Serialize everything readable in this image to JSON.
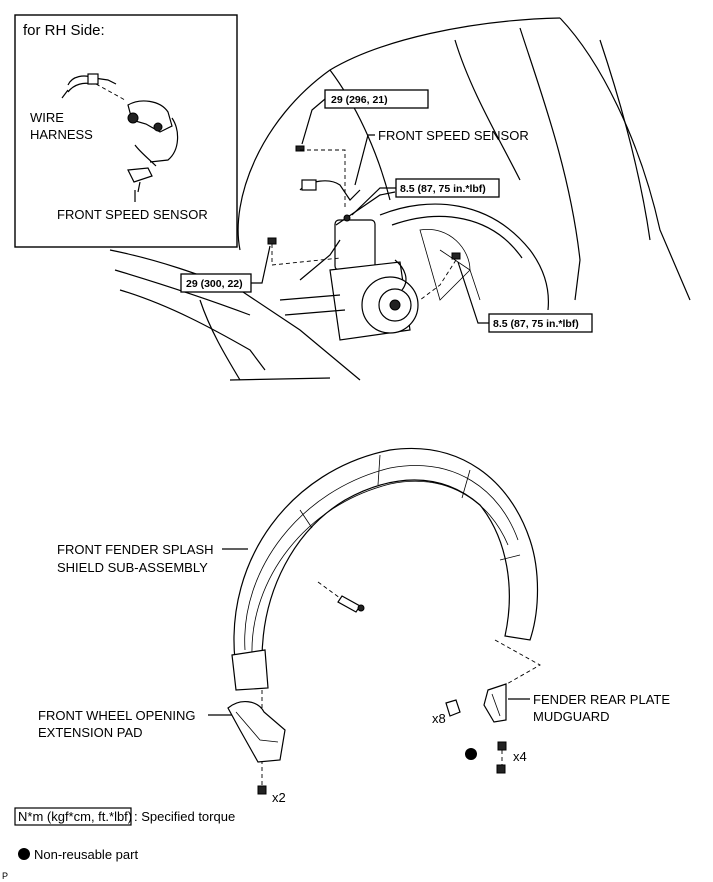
{
  "inset": {
    "title": "for RH Side:",
    "wire_harness_line1": "WIRE",
    "wire_harness_line2": "HARNESS",
    "front_speed_sensor": "FRONT SPEED SENSOR"
  },
  "labels": {
    "front_speed_sensor": "FRONT SPEED SENSOR",
    "splash_shield_line1": "FRONT FENDER SPLASH",
    "splash_shield_line2": "SHIELD SUB-ASSEMBLY",
    "extension_pad_line1": "FRONT WHEEL OPENING",
    "extension_pad_line2": "EXTENSION PAD",
    "mudguard_line1": "FENDER REAR PLATE",
    "mudguard_line2": "MUDGUARD"
  },
  "torques": {
    "t1": "29 (296, 21)",
    "t2": "8.5 (87, 75 in.*lbf)",
    "t3": "29 (300, 22)",
    "t4": "8.5 (87, 75 in.*lbf)"
  },
  "quantities": {
    "x2": "x2",
    "x8": "x8",
    "x4": "x4"
  },
  "legend": {
    "torque_box": "N*m (kgf*cm, ft.*lbf)",
    "torque_text": ": Specified torque",
    "non_reusable": "Non-reusable part"
  },
  "footer": {
    "code": "P"
  }
}
